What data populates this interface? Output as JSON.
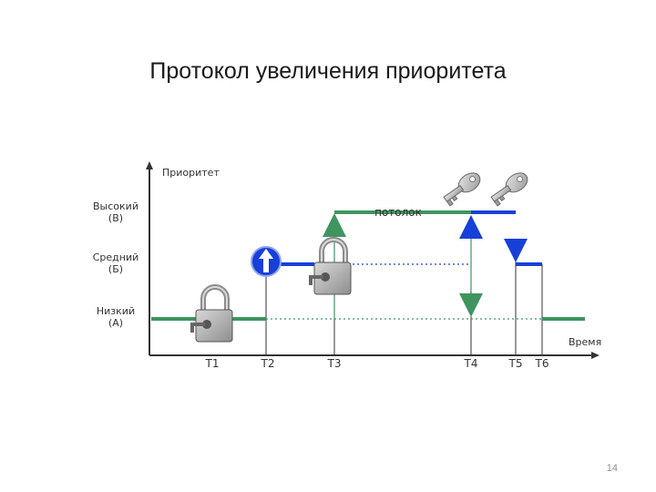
{
  "slide": {
    "title": "Протокол увеличения приоритета",
    "page_number": "14"
  },
  "diagram": {
    "y_axis_label": "Приоритет",
    "x_axis_label": "Время",
    "levels": [
      {
        "name": "Высокий",
        "code": "(В)"
      },
      {
        "name": "Средний",
        "code": "(Б)"
      },
      {
        "name": "Низкий",
        "code": "(А)"
      }
    ],
    "ceiling_label": "потолок",
    "time_ticks": [
      "T1",
      "T2",
      "T3",
      "T4",
      "T5",
      "T6"
    ],
    "colors": {
      "green": "#3f9460",
      "blue": "#1740d8",
      "axis": "#333333",
      "lock": "#8a8a8a"
    },
    "icons": [
      "lock-icon",
      "up-arrow-icon",
      "key-icon"
    ]
  }
}
